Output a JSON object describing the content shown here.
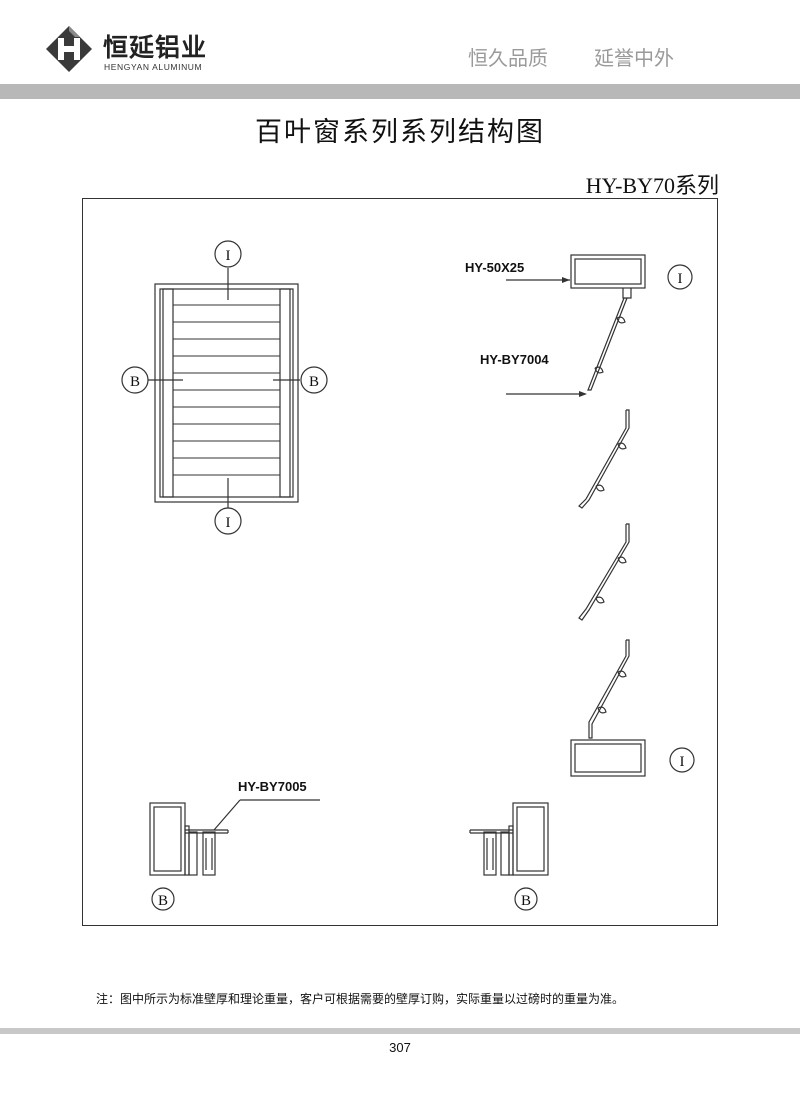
{
  "header": {
    "logo_cn": "恒延铝业",
    "logo_en": "HENGYAN ALUMINUM",
    "slogan_1": "恒久品质",
    "slogan_2": "延誉中外"
  },
  "title": "百叶窗系列系列结构图",
  "series": "HY-BY70系列",
  "drawing": {
    "labels": {
      "top_profile": "HY-50X25",
      "blade_profile": "HY-BY7004",
      "frame_profile": "HY-BY7005"
    },
    "section_marks": {
      "i_mark": "I",
      "b_mark": "B"
    }
  },
  "footnote": "注：图中所示为标准壁厚和理论重量，客户可根据需要的壁厚订购，实际重量以过磅时的重量为准。",
  "page_number": "307"
}
